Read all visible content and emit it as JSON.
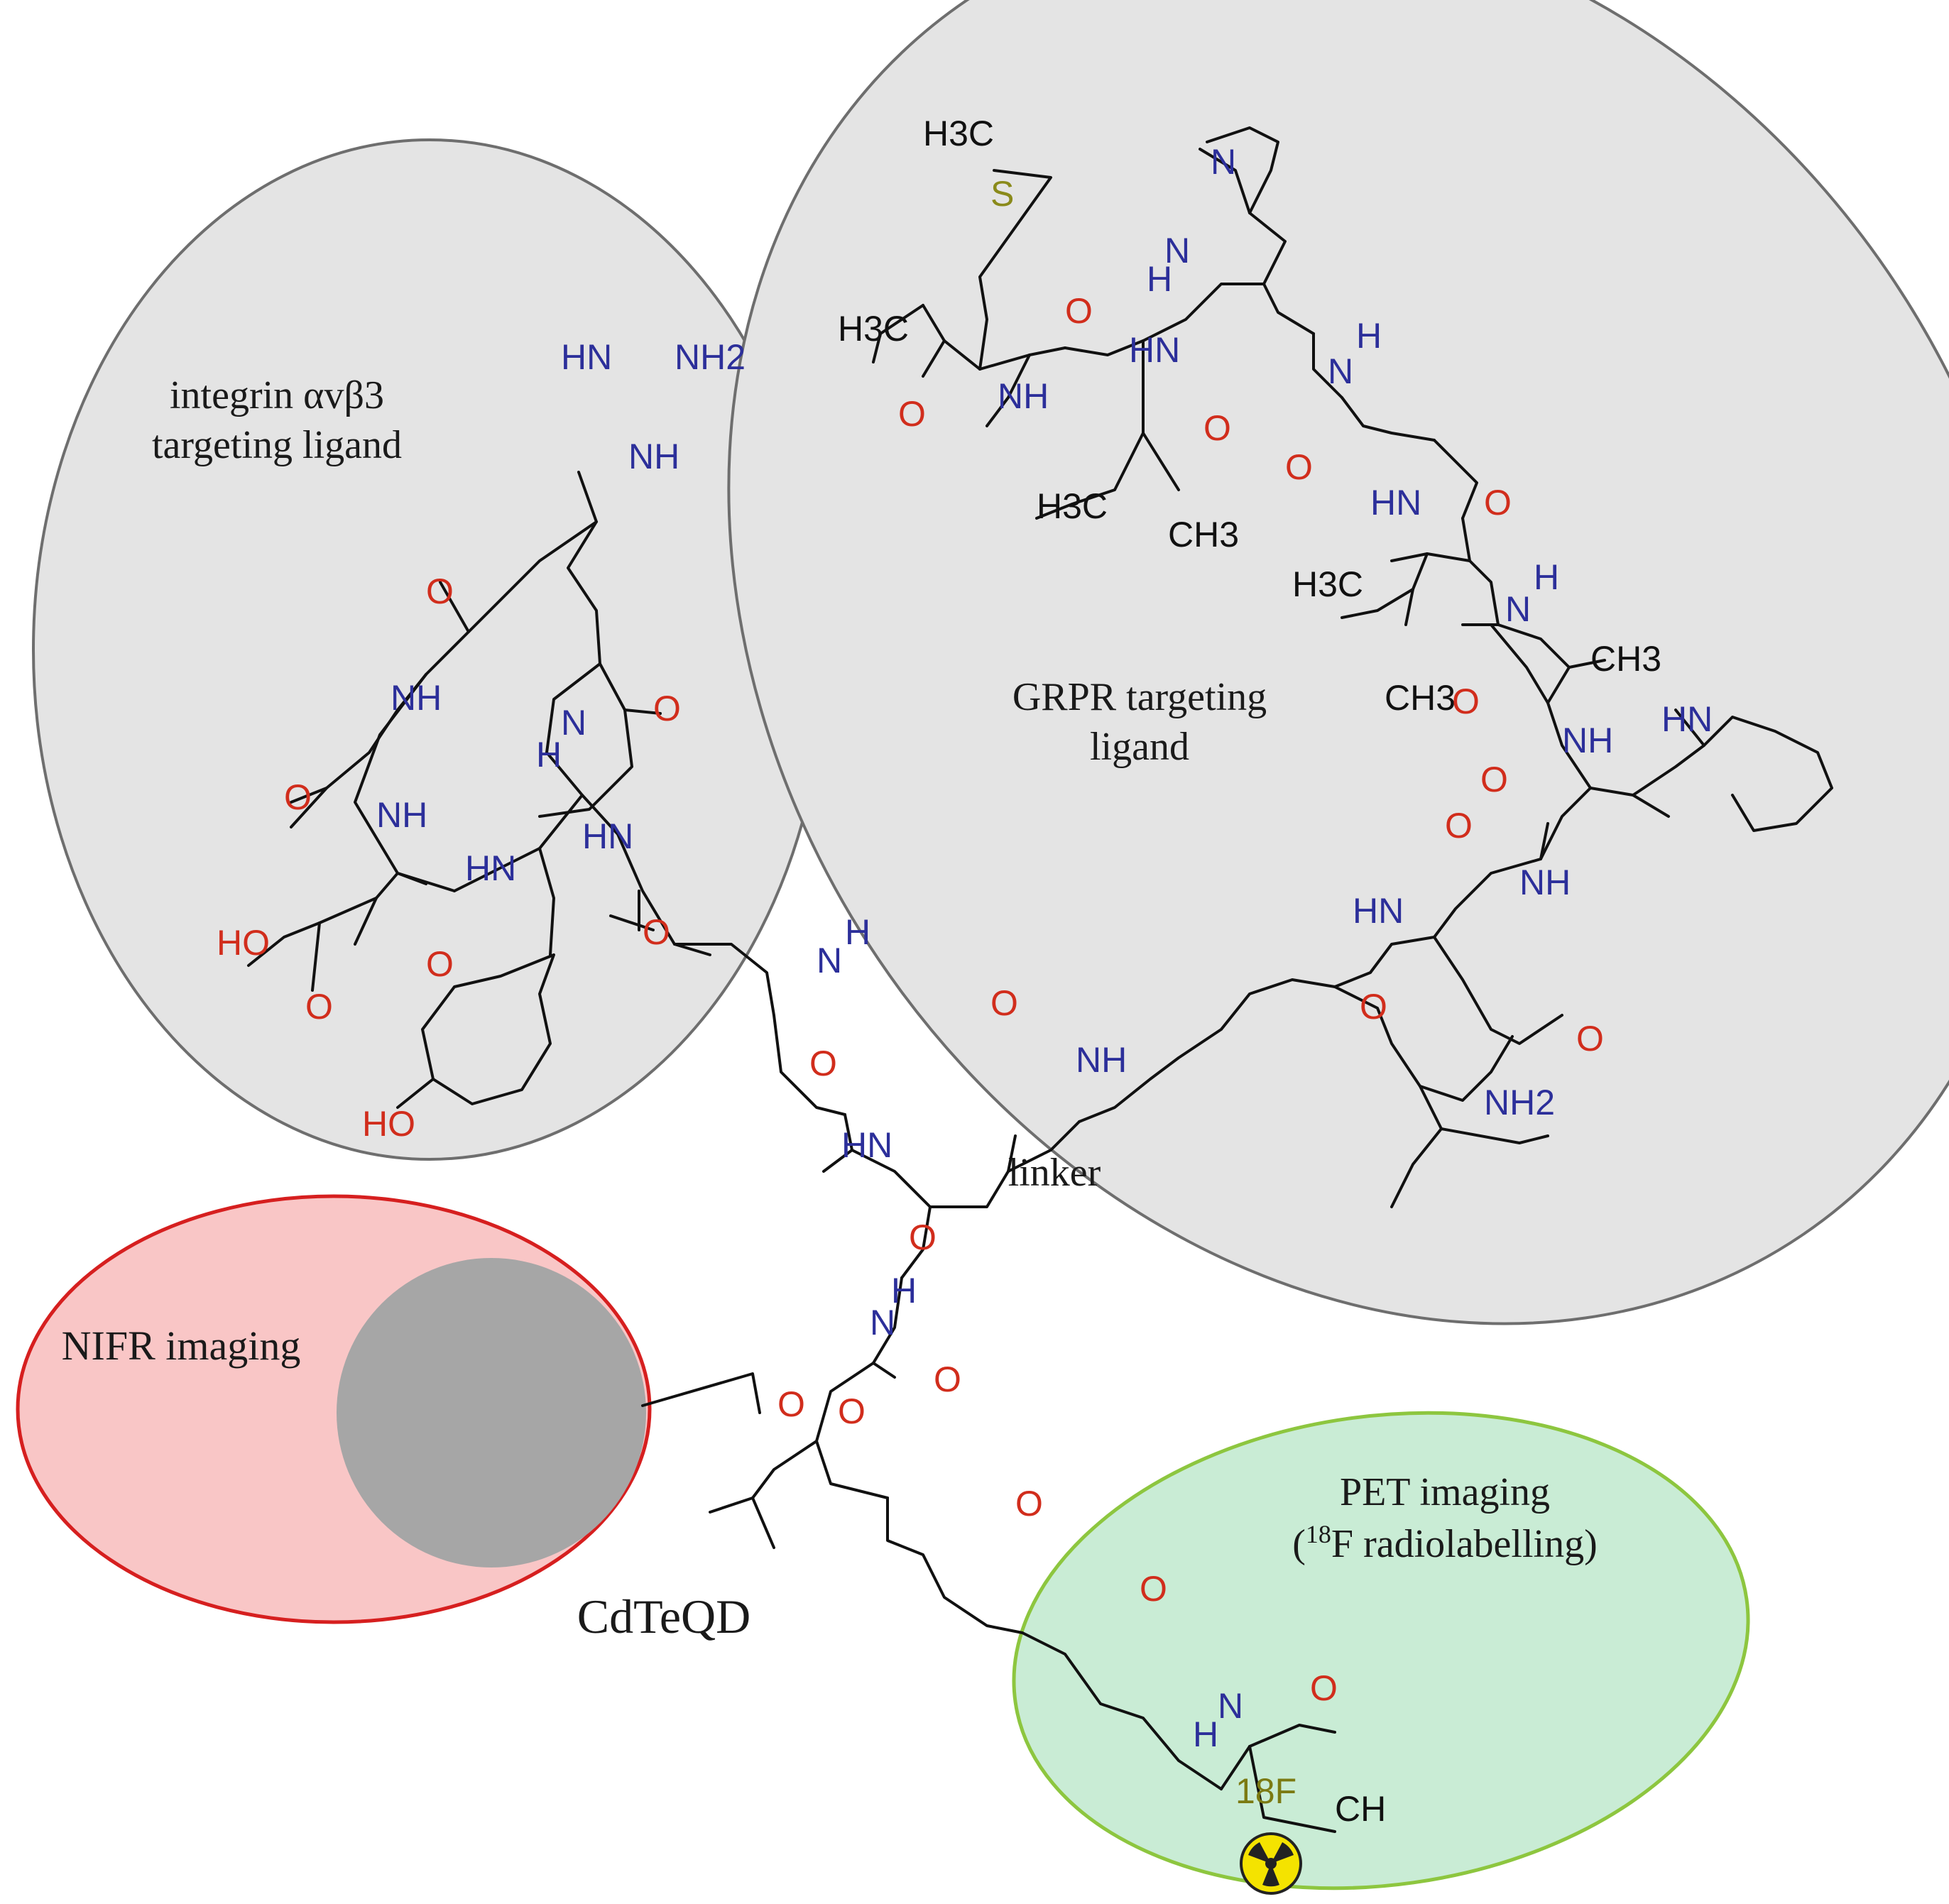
{
  "regions": {
    "integrin": {
      "label_line1": "integrin αvβ3",
      "label_line2": "targeting ligand",
      "fill": "#e4e4e4",
      "stroke": "#6e6e6e"
    },
    "grpr": {
      "label_line1": "GRPR targeting",
      "label_line2": "ligand",
      "fill": "#e4e4e4",
      "stroke": "#6e6e6e"
    },
    "nifr": {
      "label": "NIFR imaging",
      "fill": "#f9c6c6",
      "stroke": "#d61f1f",
      "core_fill": "#a6a6a6"
    },
    "quantum_dot": {
      "label": "CdTeQD"
    },
    "linker": {
      "label": "linker"
    },
    "pet": {
      "label_line1": "PET imaging",
      "label_line2_prefix": "(",
      "label_line2_sup": "18",
      "label_line2_rest": "F radiolabelling)",
      "fill": "#c9ecd5",
      "stroke": "#8dc63f"
    }
  },
  "atoms": {
    "o": "O",
    "nh": "NH",
    "hn": "HN",
    "n": "N",
    "h": "H",
    "ho": "HO",
    "s": "S",
    "nh2": "NH2",
    "h3c": "H3C",
    "ch3": "CH3",
    "ch": "CH",
    "f18": "18F"
  },
  "colors": {
    "oxygen": "#d12d1c",
    "nitrogen": "#2c2f9a",
    "carbon": "#111111",
    "sulfur": "#8a8a1a",
    "fluorine": "#7b7a12",
    "radiation_bg": "#f4e300"
  },
  "icons": {
    "radiation": "radiation-icon"
  }
}
